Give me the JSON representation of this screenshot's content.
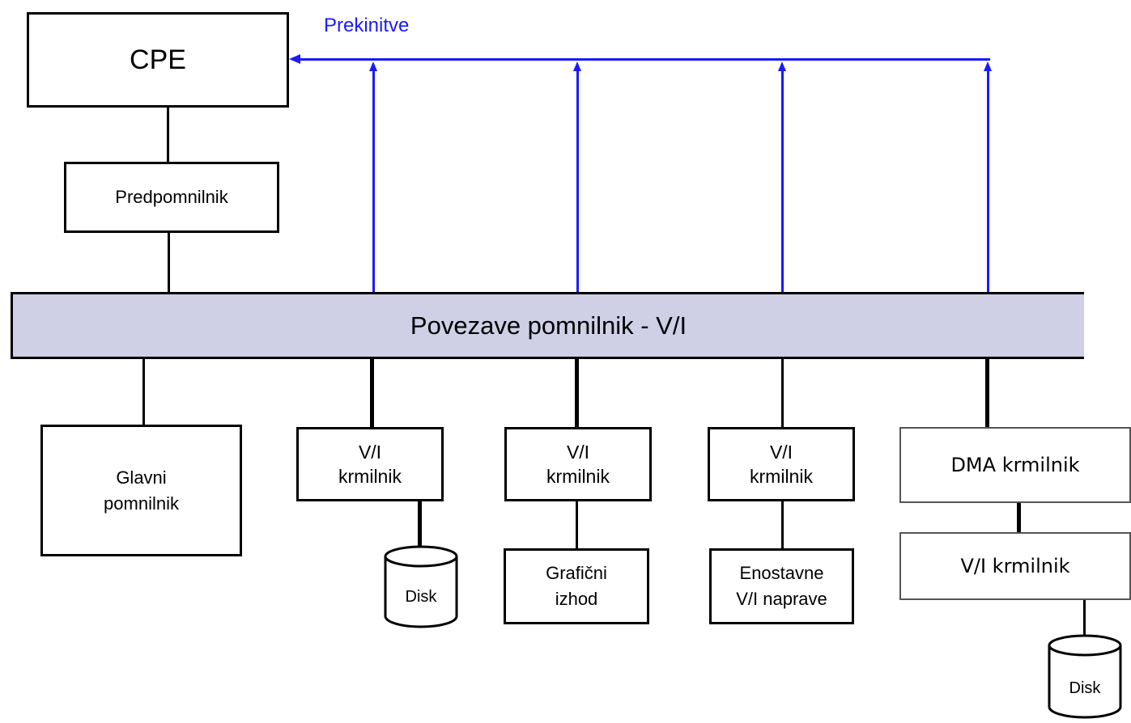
{
  "interrupt_label": "Prekinitve",
  "cpu": "CPE",
  "cache": "Predpomnilnik",
  "bus": "Povezave pomnilnik - V/I",
  "main_memory": {
    "line1": "Glavni",
    "line2": "pomnilnik"
  },
  "io_controllers": [
    {
      "line1": "V/I",
      "line2": "krmilnik"
    },
    {
      "line1": "V/I",
      "line2": "krmilnik"
    },
    {
      "line1": "V/I",
      "line2": "krmilnik"
    }
  ],
  "disk_1": "Disk",
  "graphics_output": {
    "line1": "Grafični",
    "line2": "izhod"
  },
  "simple_io": {
    "line1": "Enostavne",
    "line2": "V/I naprave"
  },
  "dma_controller": "DMA krmilnik",
  "dma_io_controller": "V/I krmilnik",
  "disk_2": "Disk",
  "colors": {
    "interrupt": "#1a1aff",
    "bus_fill": "#cfcfe6"
  }
}
